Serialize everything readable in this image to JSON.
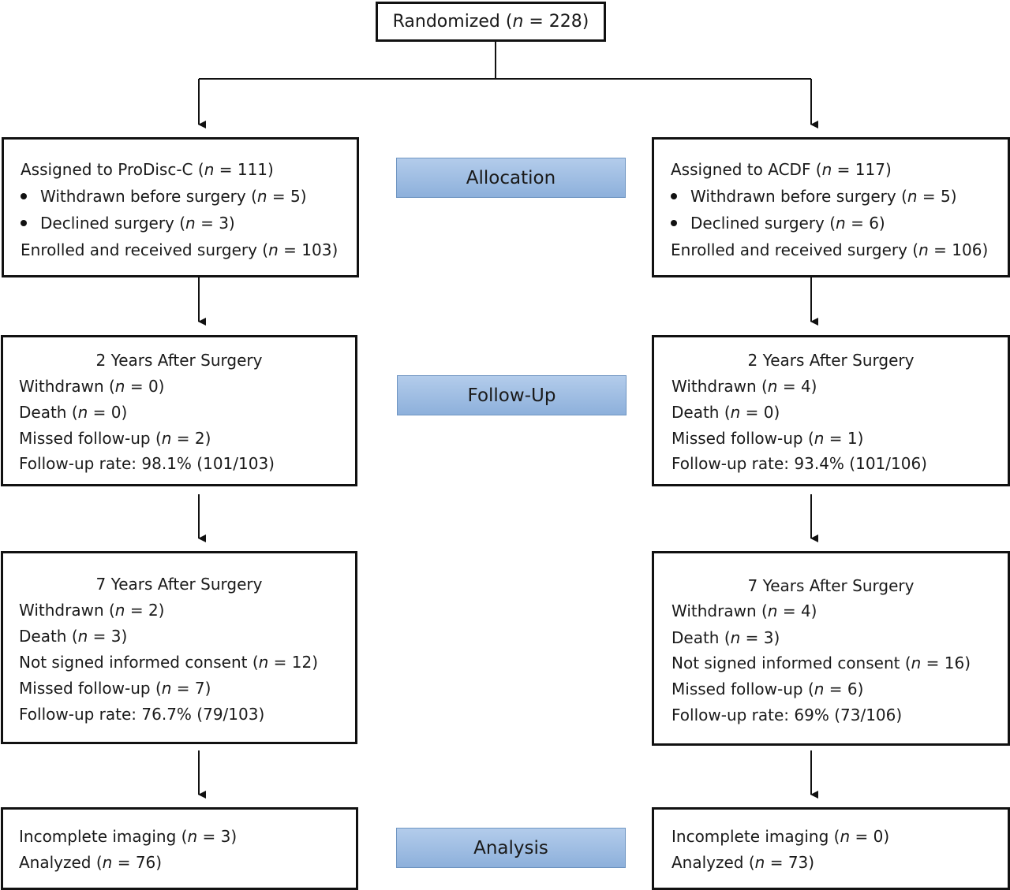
{
  "top": {
    "label": "Randomized (n = 228)"
  },
  "stages": [
    "Allocation",
    "Follow-Up",
    "Analysis"
  ],
  "left": {
    "allocation": {
      "title": "Assigned to ProDisc-C (n = 111)",
      "bullets": [
        "Withdrawn before surgery (n = 5)",
        "Declined surgery (n = 3)"
      ],
      "footer": "Enrolled and received surgery (n = 103)"
    },
    "two_year": {
      "title": "2 Years After Surgery",
      "lines": [
        "Withdrawn (n = 0)",
        "Death (n = 0)",
        "Missed follow-up (n = 2)",
        "Follow-up rate: 98.1% (101/103)"
      ]
    },
    "seven_year": {
      "title": "7 Years After Surgery",
      "lines": [
        "Withdrawn (n = 2)",
        "Death (n = 3)",
        "Not signed informed consent (n = 12)",
        "Missed follow-up (n = 7)",
        "Follow-up rate: 76.7% (79/103)"
      ]
    },
    "analysis": {
      "lines": [
        "Incomplete imaging (n = 3)",
        "Analyzed (n = 76)"
      ]
    }
  },
  "right": {
    "allocation": {
      "title": "Assigned to ACDF (n = 117)",
      "bullets": [
        "Withdrawn before surgery (n = 5)",
        "Declined surgery (n = 6)"
      ],
      "footer": "Enrolled and received surgery (n = 106)"
    },
    "two_year": {
      "title": "2 Years After Surgery",
      "lines": [
        "Withdrawn (n = 4)",
        "Death (n = 0)",
        "Missed follow-up (n = 1)",
        "Follow-up rate: 93.4% (101/106)"
      ]
    },
    "seven_year": {
      "title": "7 Years After Surgery",
      "lines": [
        "Withdrawn (n = 4)",
        "Death (n = 3)",
        "Not signed informed consent (n = 16)",
        "Missed follow-up (n = 6)",
        "Follow-up rate: 69% (73/106)"
      ]
    },
    "analysis": {
      "lines": [
        "Incomplete imaging (n = 0)",
        "Analyzed (n = 73)"
      ]
    }
  },
  "colors": {
    "stage_fill": "#a5c1e6",
    "stage_border": "#6f95c2",
    "box_border": "#111111"
  }
}
